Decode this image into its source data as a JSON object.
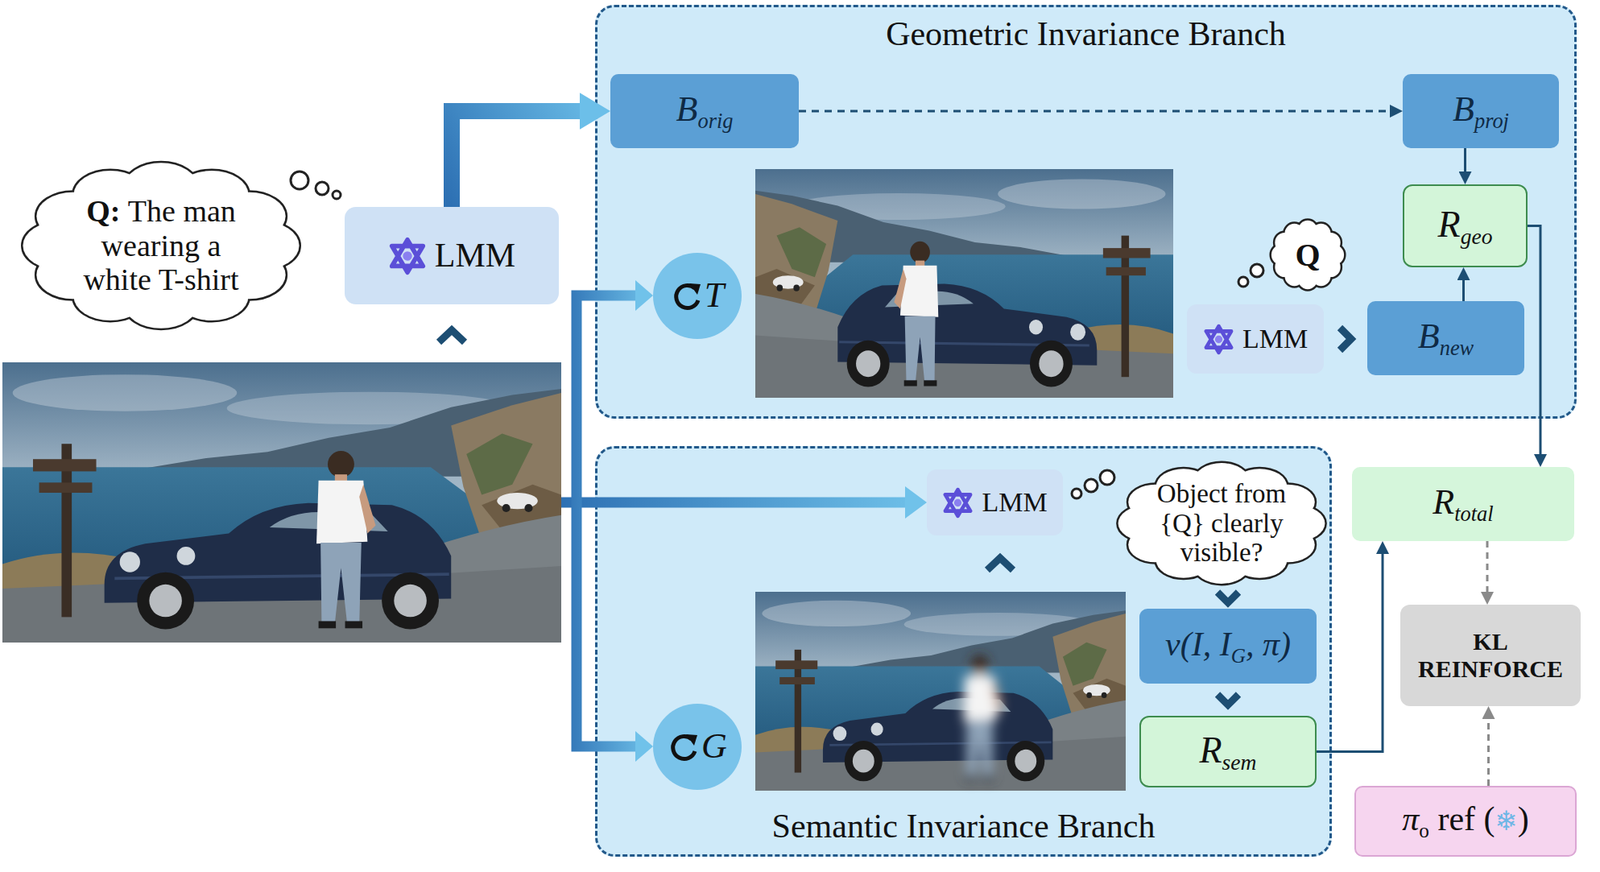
{
  "diagram": {
    "nodes": [
      {
        "text": [
          "Q:",
          "The man wearing a white T-shirt"
        ]
      },
      {
        "text": [
          "LMM"
        ]
      },
      {
        "text": [
          "Geometric Invariance Branch"
        ]
      },
      {
        "text": [
          "B",
          "orig"
        ],
        "in": 2
      },
      {
        "text": [
          "B",
          "proj"
        ],
        "in": 2
      },
      {
        "text": [
          "R",
          "geo"
        ],
        "in": 2
      },
      {
        "text": [
          "T"
        ],
        "in": 2
      },
      {
        "text": [
          "Q"
        ],
        "in": 2
      },
      {
        "text": [
          "LMM"
        ],
        "in": 2
      },
      {
        "text": [
          "B",
          "new"
        ],
        "in": 2
      },
      {
        "text": [
          "R",
          "total"
        ]
      },
      {
        "text": [
          "Semantic Invariance Branch"
        ]
      },
      {
        "text": [
          "LMM"
        ],
        "in": 11
      },
      {
        "text": [
          "Object from {Q} clearly visible?"
        ],
        "in": 11
      },
      {
        "text": [
          "v(I, I",
          "G",
          ", π)"
        ],
        "in": 11
      },
      {
        "text": [
          "G"
        ],
        "in": 11
      },
      {
        "text": [
          "R",
          "sem"
        ],
        "in": 11
      },
      {
        "text": [
          "KL REINFORCE"
        ]
      },
      {
        "text": [
          "π",
          "o",
          " ref (",
          "❄",
          ")"
        ]
      }
    ],
    "edges": [
      {
        "from": 1,
        "to": 3,
        "arrow": "to"
      },
      {
        "from": 3,
        "to": 4,
        "arrow": "to"
      },
      {
        "from": 4,
        "to": 5,
        "arrow": "to"
      },
      {
        "from": 8,
        "to": 9,
        "arrow": "to"
      },
      {
        "from": 9,
        "to": 5,
        "arrow": "to"
      },
      {
        "from": 5,
        "to": 10,
        "arrow": "to"
      },
      {
        "from": 13,
        "to": 14,
        "arrow": "to"
      },
      {
        "from": 14,
        "to": 16,
        "arrow": "to"
      },
      {
        "from": 16,
        "to": 10,
        "arrow": "to"
      },
      {
        "from": 10,
        "to": 17,
        "arrow": "to"
      },
      {
        "from": 18,
        "to": 17,
        "arrow": "to"
      }
    ]
  }
}
